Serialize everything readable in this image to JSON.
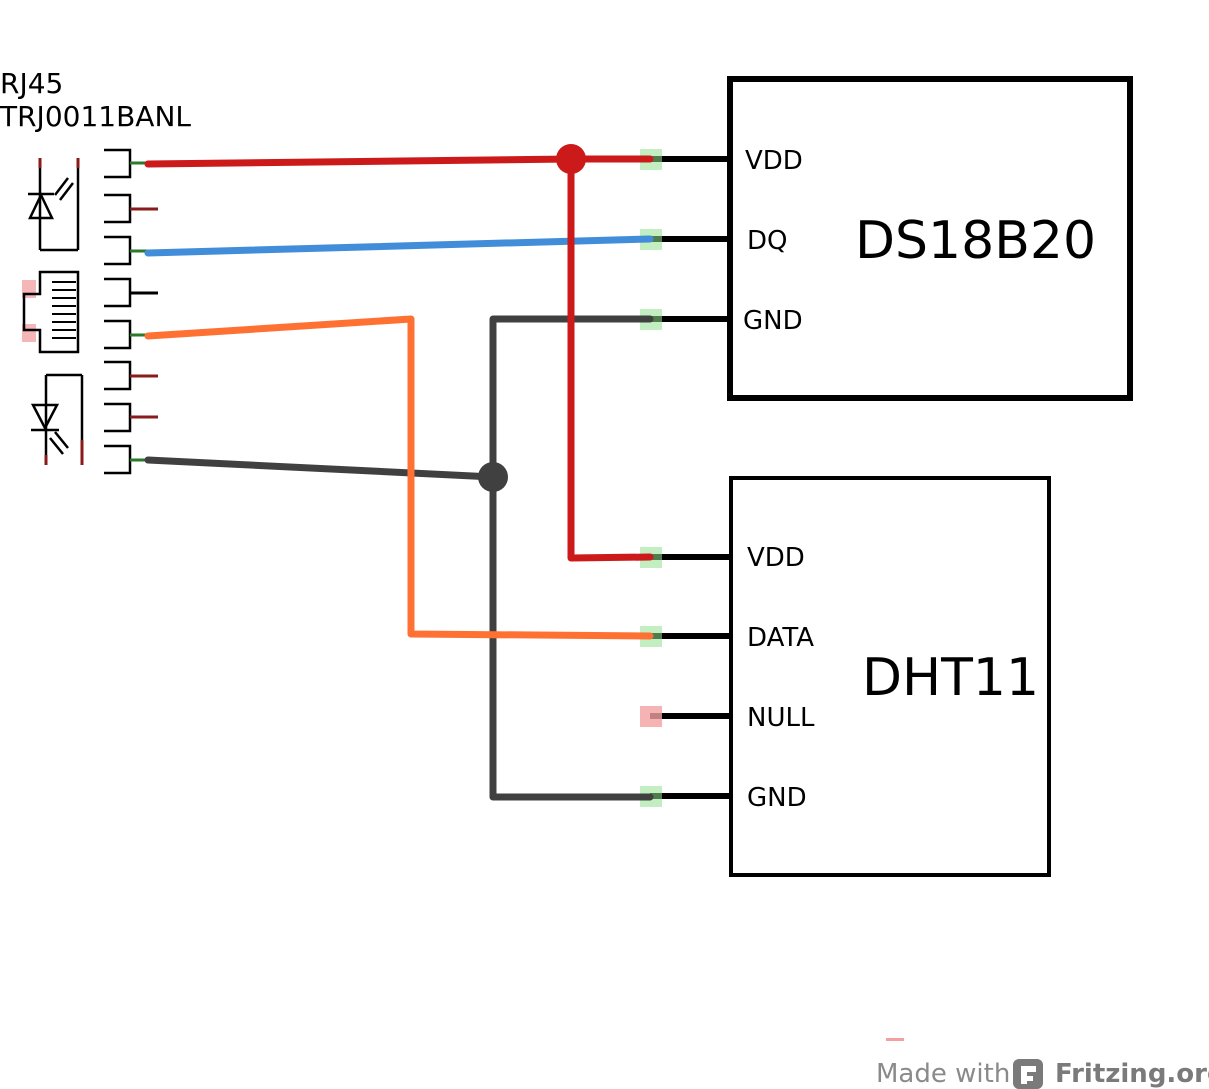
{
  "connector": {
    "name": "RJ45",
    "part": "TRJ0011BANL"
  },
  "ds18b20": {
    "title": "DS18B20",
    "pins": [
      "VDD",
      "DQ",
      "GND"
    ]
  },
  "dht11": {
    "title": "DHT11",
    "pins": [
      "VDD",
      "DATA",
      "NULL",
      "GND"
    ]
  },
  "wire_colors": {
    "power": "#cc1a1a",
    "data_ds18b20": "#418dd9",
    "data_dht11": "#ff7033",
    "ground": "#404040"
  },
  "footer": {
    "made_with": "Made with",
    "brand": "Fritzing.org"
  }
}
